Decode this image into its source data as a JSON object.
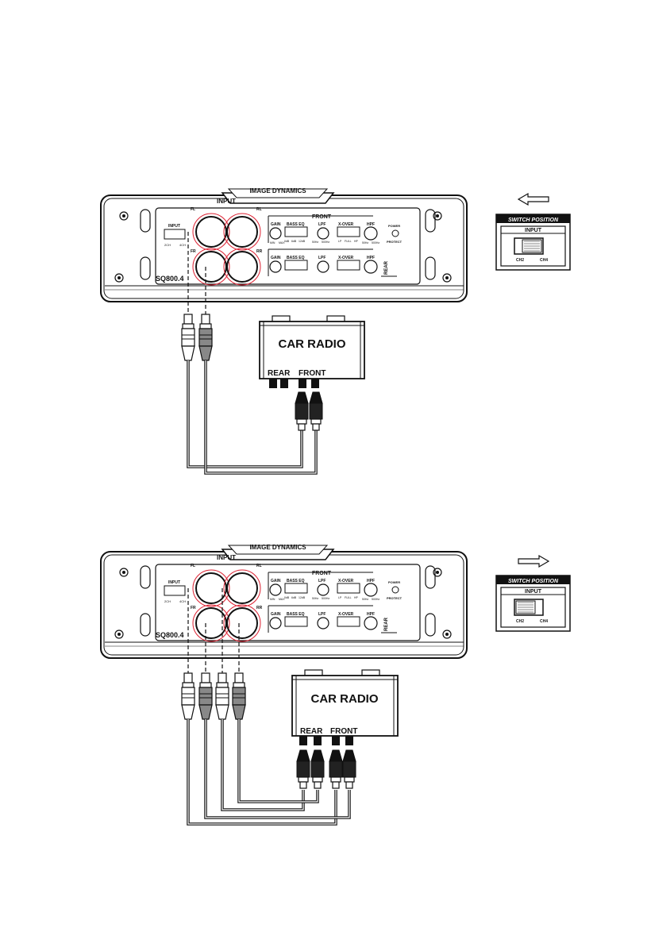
{
  "amplifier": {
    "brand": "IMAGE DYNAMICS",
    "model": "SQ800.4",
    "input_title": "INPUT",
    "input_switch_label": "INPUT",
    "input_switch_left": "2CH",
    "input_switch_right": "4CH",
    "channels": [
      "FL",
      "RL",
      "FR",
      "RR"
    ],
    "front_title": "FRONT",
    "rear_title": "REAR",
    "controls": {
      "gain": "GAIN",
      "gain_min": "MIN",
      "gain_max": "MAX",
      "bass_eq": "BASS EQ",
      "eq_0": "0dB",
      "eq_6": "6dB",
      "eq_12": "12dB",
      "lpf": "LPF",
      "lpf_low": "50Hz",
      "lpf_high": "500Hz",
      "xover": "X-OVER",
      "xo_lp": "LP",
      "xo_full": "FULL",
      "xo_hp": "HP",
      "hpf": "HPF",
      "hpf_low": "50Hz",
      "hpf_high": "500Hz",
      "power": "POWER",
      "protect": "PROTECT"
    }
  },
  "switch_panel": {
    "header": "SWITCH POSITION",
    "title": "INPUT",
    "left": "CH2",
    "right": "CH4"
  },
  "car_radio": {
    "title": "CAR RADIO",
    "rear": "REAR",
    "front": "FRONT"
  },
  "diagrams": [
    {
      "id": "two-channel",
      "arrow": "left"
    },
    {
      "id": "four-channel",
      "arrow": "right"
    }
  ]
}
